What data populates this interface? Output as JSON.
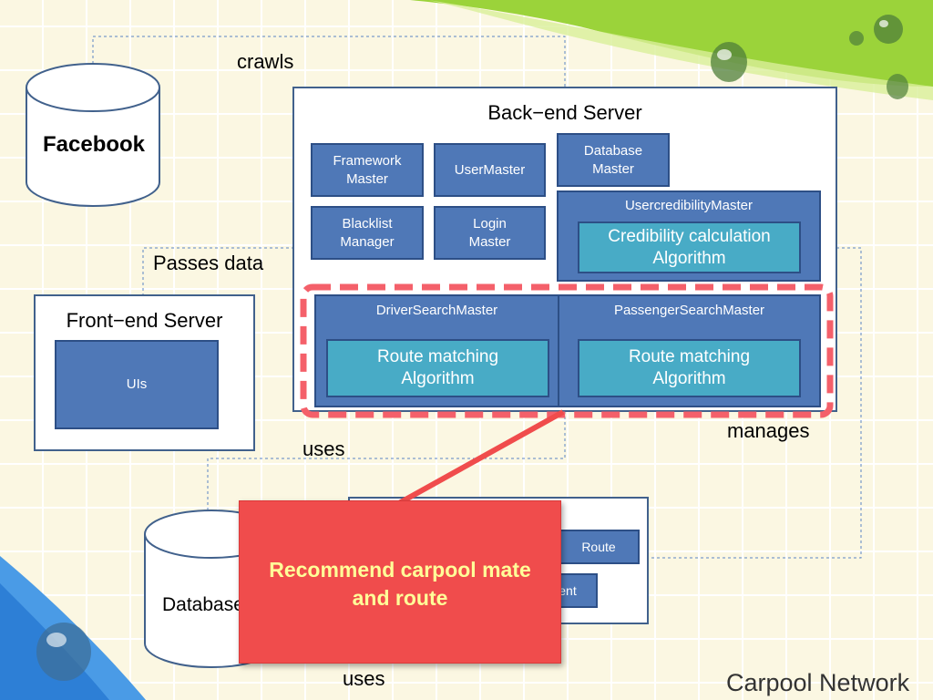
{
  "slide_title": "Carpool Network",
  "labels": {
    "crawls": "crawls",
    "passes_data": "Passes data",
    "uses_top": "uses",
    "uses_bottom": "uses",
    "manages": "manages"
  },
  "databases": {
    "facebook": "Facebook",
    "database": "Database"
  },
  "frontend": {
    "title": "Front−end Server",
    "uis": "UIs"
  },
  "backend": {
    "title": "Back−end Server",
    "framework_master": "Framework\nMaster",
    "user_master": "UserMaster",
    "database_master": "Database\nMaster",
    "blacklist_manager": "Blacklist\nManager",
    "login_master": "Login\nMaster",
    "credibility_master": "UsercredibilityMaster",
    "credibility_algo": "Credibility calculation\nAlgorithm",
    "driver_search": "DriverSearchMaster",
    "driver_algo": "Route matching\nAlgorithm",
    "passenger_search": "PassengerSearchMaster",
    "passenger_algo": "Route matching\nAlgorithm"
  },
  "db_schema": {
    "route": "Route",
    "ent": "ent"
  },
  "callout": {
    "text": "Recommend carpool mate\nand route"
  },
  "colors": {
    "box_blue": "#4f78b7",
    "algo_teal": "#48abc6",
    "callout_red": "#f04c4c",
    "callout_text": "#ffff99",
    "highlight_dash": "#f4606a"
  }
}
